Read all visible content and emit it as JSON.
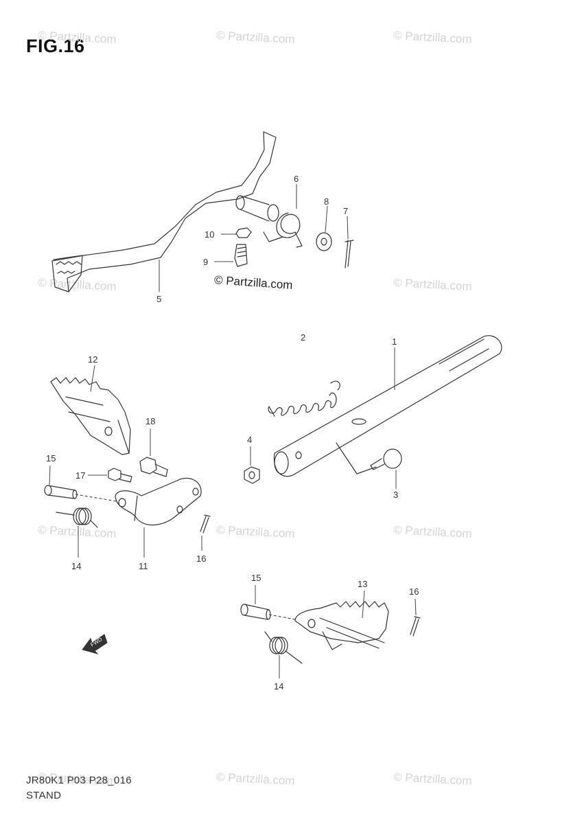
{
  "figure": {
    "title": "FIG.16"
  },
  "footer": {
    "code": "JR80K1 P03 P28_016",
    "caption": "STAND"
  },
  "watermark": {
    "text": "© Partzilla.com"
  },
  "center_watermark": {
    "text": "© Partzilla.com"
  },
  "callouts": {
    "p1": "1",
    "p2": "2",
    "p3": "3",
    "p4": "4",
    "p5": "5",
    "p6": "6",
    "p7": "7",
    "p8": "8",
    "p9": "9",
    "p10": "10",
    "p11": "11",
    "p12": "12",
    "p13": "13",
    "p14a": "14",
    "p14b": "14",
    "p15a": "15",
    "p15b": "15",
    "p16a": "16",
    "p16b": "16",
    "p17": "17",
    "p18": "18"
  },
  "fwd_arrow": {
    "text": "FWD"
  }
}
